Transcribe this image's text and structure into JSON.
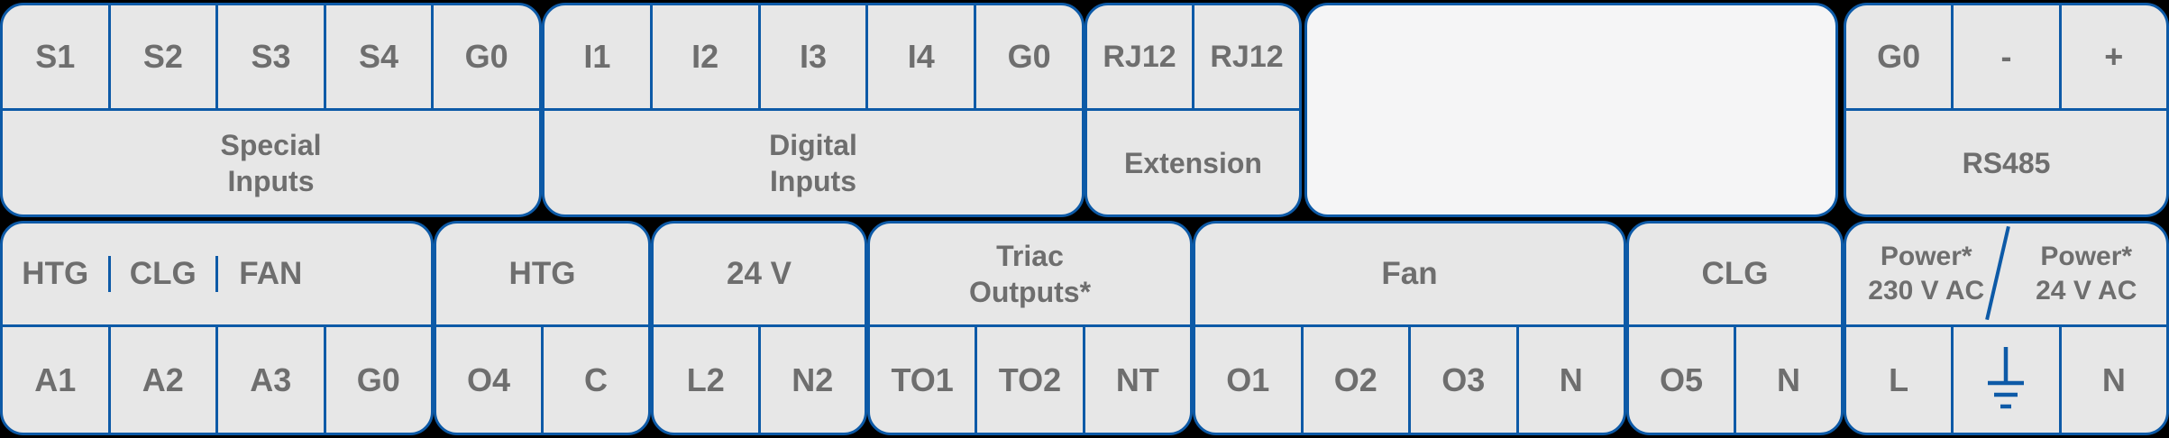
{
  "colors": {
    "border_blue": "#0d5aa7",
    "cell_fill": "#e7e7e7",
    "blank_module_fill": "#f5f5f6",
    "label_text": "#6e6e6e",
    "background": "#000000"
  },
  "sections": {
    "top": {
      "special_inputs": {
        "terminals": [
          "S1",
          "S2",
          "S3",
          "S4",
          "G0"
        ],
        "label_line1": "Special",
        "label_line2": "Inputs"
      },
      "digital_inputs": {
        "terminals": [
          "I1",
          "I2",
          "I3",
          "I4",
          "G0"
        ],
        "label_line1": "Digital",
        "label_line2": "Inputs"
      },
      "extension": {
        "terminals": [
          "RJ12",
          "RJ12"
        ],
        "label": "Extension"
      },
      "blank_module": {
        "label": ""
      },
      "rs485": {
        "terminals": [
          "G0",
          "-",
          "+"
        ],
        "label": "RS485"
      }
    },
    "bottom": {
      "analog_outputs": {
        "labels": [
          "HTG",
          "CLG",
          "FAN",
          ""
        ],
        "terminals": [
          "A1",
          "A2",
          "A3",
          "G0"
        ]
      },
      "htg": {
        "label": "HTG",
        "terminals": [
          "O4",
          "C"
        ]
      },
      "supply_24v": {
        "label": "24 V",
        "terminals": [
          "L2",
          "N2"
        ]
      },
      "triac_outputs": {
        "label_line1": "Triac",
        "label_line2": "Outputs*",
        "terminals": [
          "TO1",
          "TO2",
          "NT"
        ]
      },
      "fan": {
        "label": "Fan",
        "terminals": [
          "O1",
          "O2",
          "O3",
          "N"
        ]
      },
      "clg": {
        "label": "CLG",
        "terminals": [
          "O5",
          "N"
        ]
      },
      "power": {
        "label_left_line1": "Power*",
        "label_left_line2": "230 V AC",
        "label_right_line1": "Power*",
        "label_right_line2": "24 V AC",
        "terminal_live": "L",
        "earth_icon": "earth-ground-icon",
        "terminal_neutral": "N"
      }
    }
  }
}
